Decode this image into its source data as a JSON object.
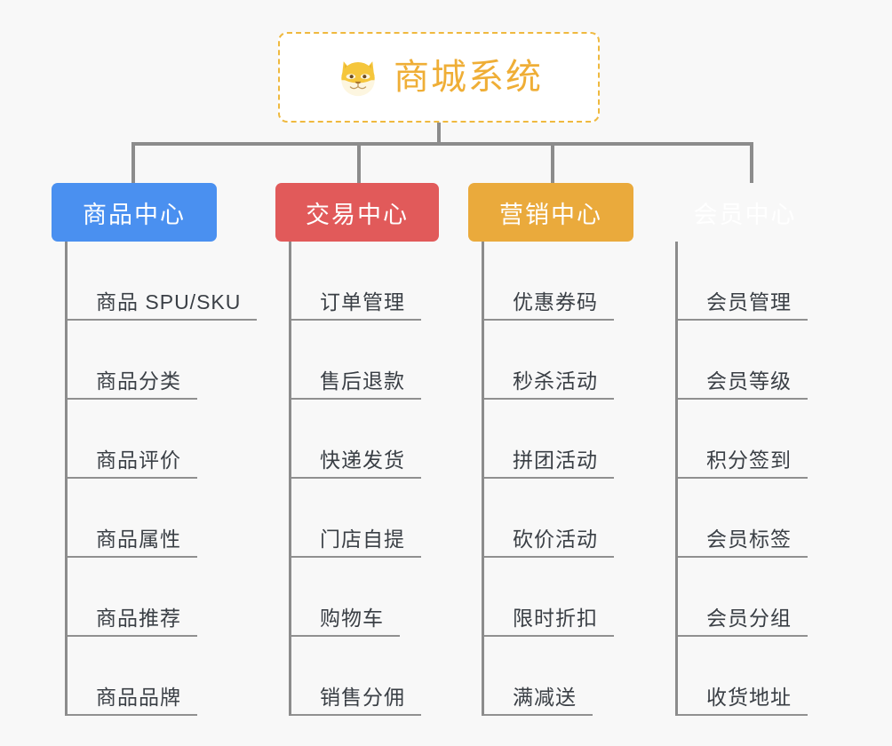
{
  "diagram": {
    "type": "org-chart",
    "background_color": "#f8f8f8",
    "connector_color": "#8c8c8c",
    "root": {
      "icon": "shiba-dog-icon",
      "title": "商城系统",
      "text_color": "#efae36",
      "border_color": "#efb93f",
      "background_color": "#ffffff"
    },
    "branches": [
      {
        "id": "product",
        "label": "商品中心",
        "color": "#4a90f0",
        "leaves": [
          "商品 SPU/SKU",
          "商品分类",
          "商品评价",
          "商品属性",
          "商品推荐",
          "商品品牌"
        ]
      },
      {
        "id": "trade",
        "label": "交易中心",
        "color": "#e15a5a",
        "leaves": [
          "订单管理",
          "售后退款",
          "快递发货",
          "门店自提",
          "购物车",
          "销售分佣"
        ]
      },
      {
        "id": "marketing",
        "label": "营销中心",
        "color": "#eaaa3c",
        "leaves": [
          "优惠券码",
          "秒杀活动",
          "拼团活动",
          "砍价活动",
          "限时折扣",
          "满减送"
        ]
      },
      {
        "id": "member",
        "label": "会员中心",
        "color": "#79c council",
        "leaves": [
          "会员管理",
          "会员等级",
          "积分签到",
          "会员标签",
          "会员分组",
          "收货地址"
        ]
      }
    ]
  }
}
